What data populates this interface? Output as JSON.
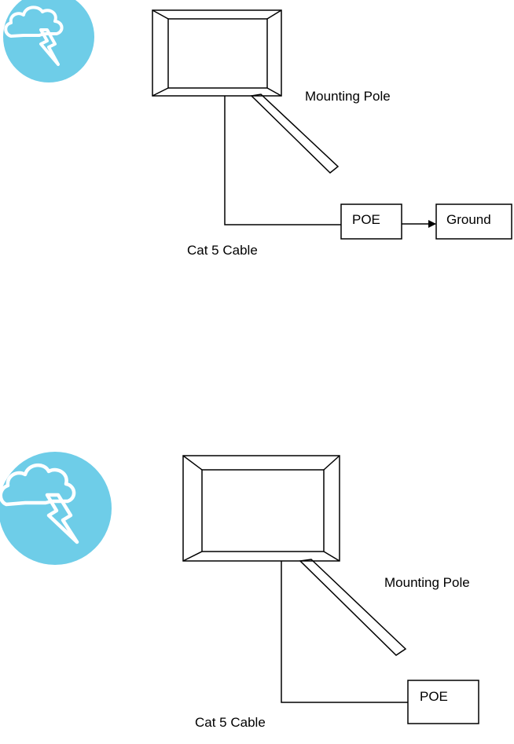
{
  "colors": {
    "icon_fill": "#6ECDE8",
    "icon_glyph": "#ffffff",
    "stroke": "#000000",
    "background": "#ffffff"
  },
  "diagrams": [
    {
      "icon": "lightning-cloud-icon",
      "mounting_pole_label": "Mounting Pole",
      "cable_label": "Cat 5 Cable",
      "poe_label": "POE",
      "ground_label": "Ground"
    },
    {
      "icon": "lightning-cloud-icon",
      "mounting_pole_label": "Mounting Pole",
      "cable_label": "Cat 5 Cable",
      "poe_label": "POE"
    }
  ]
}
